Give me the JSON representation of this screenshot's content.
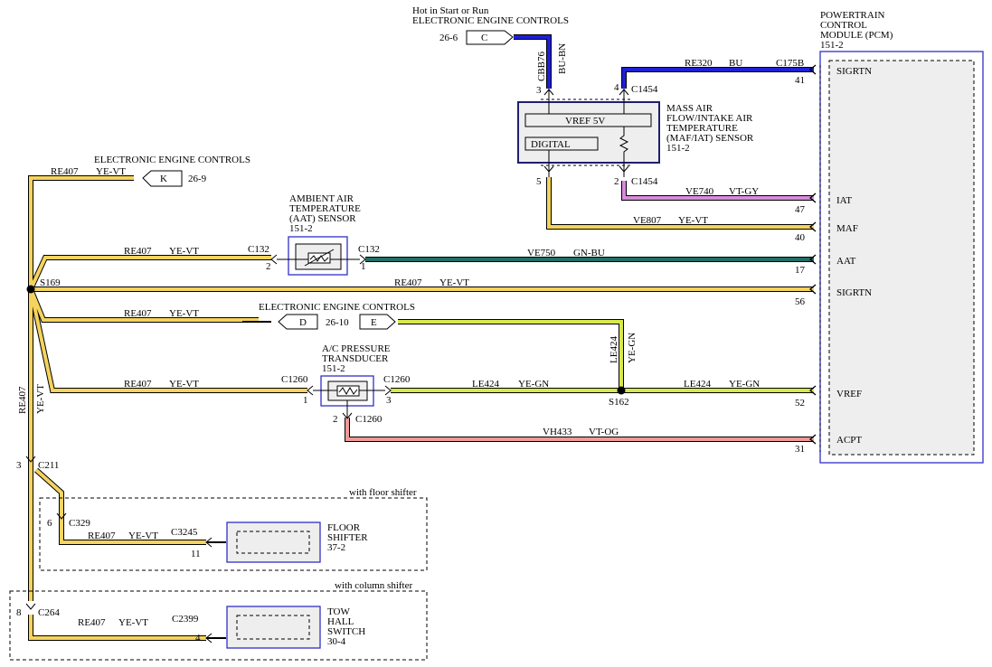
{
  "pcm": {
    "title_line1": "POWERTRAIN",
    "title_line2": "CONTROL",
    "title_line3": "MODULE (PCM)",
    "page_ref": "151-2",
    "pins": [
      {
        "pin": "41",
        "name": "SIGRTN"
      },
      {
        "pin": "47",
        "name": "IAT"
      },
      {
        "pin": "40",
        "name": "MAF"
      },
      {
        "pin": "17",
        "name": "AAT"
      },
      {
        "pin": "56",
        "name": "SIGRTN"
      },
      {
        "pin": "52",
        "name": "VREF"
      },
      {
        "pin": "31",
        "name": "ACPT"
      }
    ]
  },
  "maf_sensor": {
    "line1": "MASS AIR",
    "line2": "FLOW/INTAKE AIR",
    "line3": "TEMPERATURE",
    "line4": "(MAF/IAT) SENSOR",
    "page_ref": "151-2",
    "vref_label": "VREF 5V",
    "digital_label": "DIGITAL",
    "connector": "C1454",
    "pin3": "3",
    "pin4": "4",
    "pin5": "5",
    "pin2": "2"
  },
  "hot_feed": {
    "line1": "Hot in Start or Run",
    "line2": "ELECTRONIC ENGINE CONTROLS",
    "ref": "26-6",
    "tag": "C",
    "circuit": "CBB76",
    "color": "BU-BN"
  },
  "aat_sensor": {
    "line1": "AMBIENT AIR",
    "line2": "TEMPERATURE",
    "line3": "(AAT) SENSOR",
    "page_ref": "151-2",
    "connector": "C132",
    "pin_left": "2",
    "pin_right": "1"
  },
  "acp_sensor": {
    "line1": "A/C PRESSURE",
    "line2": "TRANSDUCER",
    "page_ref": "151-2",
    "connector": "C1260",
    "pin_left": "1",
    "pin_right": "3",
    "pin_bottom": "2"
  },
  "eec_refs": {
    "top_label": "ELECTRONIC ENGINE CONTROLS",
    "k_tag": "K",
    "k_ref": "26-9",
    "mid_label": "ELECTRONIC ENGINE CONTROLS",
    "d_tag": "D",
    "d_ref": "26-10",
    "e_tag": "E"
  },
  "wires": {
    "re320": {
      "circuit": "RE320",
      "color": "BU",
      "connector": "C175B"
    },
    "ve740": {
      "circuit": "VE740",
      "color": "VT-GY"
    },
    "ve807": {
      "circuit": "VE807",
      "color": "YE-VT"
    },
    "ve750": {
      "circuit": "VE750",
      "color": "GN-BU"
    },
    "re407": {
      "circuit": "RE407",
      "color": "YE-VT"
    },
    "le424": {
      "circuit": "LE424",
      "color": "YE-GN"
    },
    "vh433": {
      "circuit": "VH433",
      "color": "VT-OG"
    }
  },
  "splices": {
    "s169": "S169",
    "s162": "S162"
  },
  "lower": {
    "c211": "C211",
    "c211_pin": "3",
    "floor_note": "with floor shifter",
    "c329": "C329",
    "c329_pin": "6",
    "c3245": "C3245",
    "c3245_pin": "11",
    "floor_line1": "FLOOR",
    "floor_line2": "SHIFTER",
    "floor_ref": "37-2",
    "column_note": "with column shifter",
    "c264": "C264",
    "c264_pin": "8",
    "c2399": "C2399",
    "c2399_pin": "4",
    "tow_line1": "TOW",
    "tow_line2": "HALL",
    "tow_line3": "SWITCH",
    "tow_ref": "30-4"
  },
  "colors": {
    "ye_vt": "#F4D35E",
    "ye_vt_stripe": "#C9A227",
    "blue": "#1F1FD6",
    "vt_gy": "#D98BDB",
    "gn_bu": "#1F6F66",
    "ye_gn": "#D7E84A",
    "vt_og": "#EE9A9A",
    "module_fill": "#EEEEEE",
    "box_blue": "#3030C8"
  }
}
